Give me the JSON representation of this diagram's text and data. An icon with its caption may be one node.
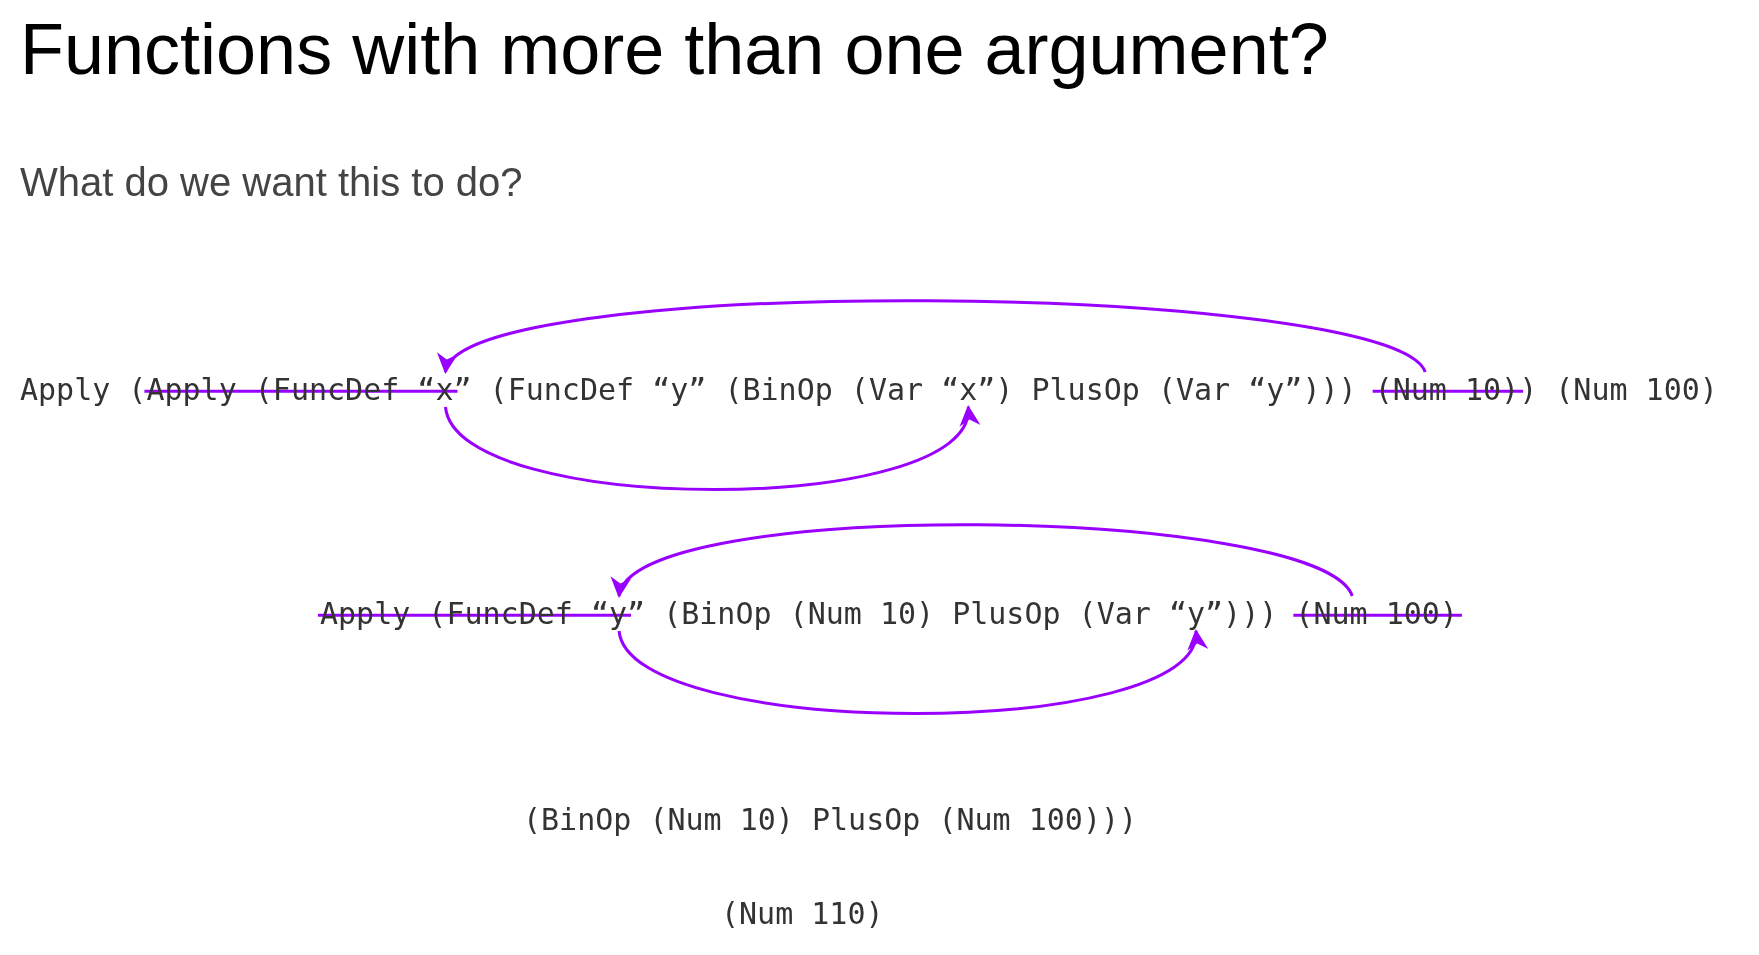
{
  "diagram": {
    "title": "Functions with more than one argument?",
    "nodes": [
      {
        "text": [
          "Apply (FuncDef “x"
        ]
      },
      {
        "text": [
          "x"
        ]
      },
      {
        "text": [
          "(Num 10)"
        ]
      },
      {
        "text": [
          "Apply (FuncDef “y"
        ]
      },
      {
        "text": [
          "y"
        ]
      },
      {
        "text": [
          "(Num 100)"
        ]
      }
    ],
    "edges": [
      {
        "from": 2,
        "to": 0,
        "arrow": "to"
      },
      {
        "from": 0,
        "to": 1,
        "arrow": "to"
      },
      {
        "from": 5,
        "to": 3,
        "arrow": "to"
      },
      {
        "from": 3,
        "to": 4,
        "arrow": "to"
      }
    ],
    "labels": [
      "What do we want this to do?",
      "Apply (",
      "” (FuncDef “y” (BinOp (Var “",
      "”) PlusOp (Var “y”)))",
      ") (Num 100)",
      "” (BinOp (Num 10) PlusOp (Var “",
      "”)))",
      "(BinOp (Num 10) PlusOp (Num 100)))",
      "(Num 110)"
    ]
  }
}
